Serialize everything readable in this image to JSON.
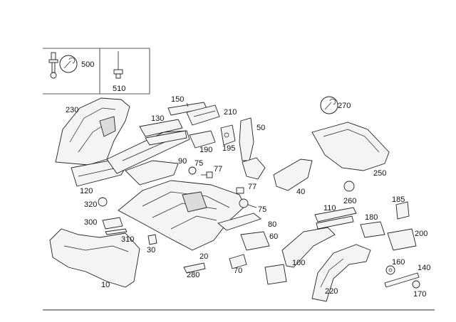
{
  "diagram": {
    "inset_labels": [
      "500",
      "510"
    ],
    "part_labels": {
      "p10": "10",
      "p20": "20",
      "p30": "30",
      "p40": "40",
      "p50": "50",
      "p60": "60",
      "p70": "70",
      "p75a": "75",
      "p75b": "75",
      "p77a": "77",
      "p77b": "77",
      "p80": "80",
      "p90": "90",
      "p100": "100",
      "p110": "110",
      "p120": "120",
      "p130": "130",
      "p140": "140",
      "p150": "150",
      "p160": "160",
      "p170": "170",
      "p180": "180",
      "p185": "185",
      "p190": "190",
      "p195": "195",
      "p200": "200",
      "p210": "210",
      "p220": "220",
      "p230": "230",
      "p250": "250",
      "p260": "260",
      "p270": "270",
      "p280": "280",
      "p300": "300",
      "p310": "310",
      "p320": "320"
    },
    "colors": {
      "line": "#222222",
      "fill": "#f4f4f4",
      "shade": "#dcdcdc",
      "background": "#ffffff"
    }
  }
}
